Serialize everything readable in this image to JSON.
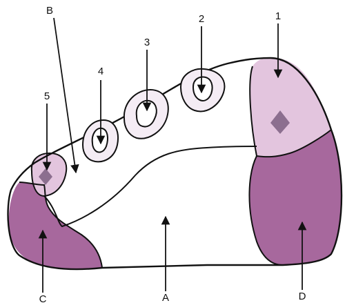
{
  "labels": {
    "one": "1",
    "two": "2",
    "three": "3",
    "four": "4",
    "five": "5",
    "a": "A",
    "b": "B",
    "c": "C",
    "d": "D"
  },
  "colors": {
    "dark_region": "#a7689d",
    "light_region": "#e3c5de",
    "pale_region": "#f3ecf3",
    "marker": "#8c6f8f",
    "outline": "#111111"
  }
}
